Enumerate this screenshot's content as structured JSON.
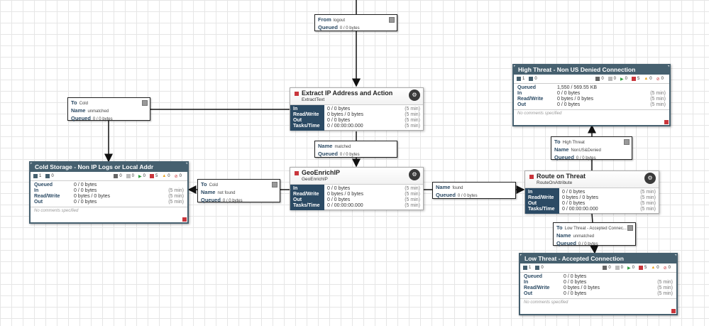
{
  "connections": {
    "from_logout": {
      "label1": "From",
      "value1": "logout",
      "label2": "Queued",
      "value2": "0 / 0 bytes"
    },
    "to_cold_1": {
      "label1": "To",
      "value1": "Cold",
      "label2": "Name",
      "value2": "unmatched",
      "label3": "Queued",
      "value3": "0 / 0 bytes"
    },
    "name_matched": {
      "label1": "Name",
      "value1": "matched",
      "label2": "Queued",
      "value2": "0 / 0 bytes"
    },
    "to_cold_2": {
      "label1": "To",
      "value1": "Cold",
      "label2": "Name",
      "value2": "not found",
      "label3": "Queued",
      "value3": "0 / 0 bytes"
    },
    "name_found": {
      "label1": "Name",
      "value1": "found",
      "label2": "Queued",
      "value2": "0 / 0 bytes"
    },
    "to_high": {
      "label1": "To",
      "value1": "High Threat",
      "label2": "Name",
      "value2": "NonUS&Denied",
      "label3": "Queued",
      "value3": "0 / 0 bytes"
    },
    "to_low": {
      "label1": "To",
      "value1": "Low Threat - Accepted Connec...",
      "label2": "Name",
      "value2": "unmatched",
      "label3": "Queued",
      "value3": "0 / 0 bytes"
    }
  },
  "processors": {
    "extract": {
      "name": "Extract IP Address and Action",
      "type": "ExtractText",
      "labels": [
        "In",
        "Read/Write",
        "Out",
        "Tasks/Time"
      ],
      "values": [
        "0 / 0 bytes",
        "0 bytes / 0 bytes",
        "0 / 0 bytes",
        "0 / 00:00:00.000"
      ],
      "window": "(5 min)"
    },
    "geo": {
      "name": "GeoEnrichIP",
      "type": "GeoEnrichIP",
      "labels": [
        "In",
        "Read/Write",
        "Out",
        "Tasks/Time"
      ],
      "values": [
        "0 / 0 bytes",
        "0 bytes / 0 bytes",
        "0 / 0 bytes",
        "0 / 00:00:00.000"
      ],
      "window": "(5 min)"
    },
    "route": {
      "name": "Route on Threat",
      "type": "RouteOnAttribute",
      "labels": [
        "In",
        "Read/Write",
        "Out",
        "Tasks/Time"
      ],
      "values": [
        "0 / 0 bytes",
        "0 bytes / 0 bytes",
        "0 / 0 bytes",
        "0 / 00:00:00.000"
      ],
      "window": "(5 min)"
    }
  },
  "groups": {
    "cold": {
      "title": "Cold Storage - Non IP Logs or Local Addr",
      "bar": {
        "in_ports": "1",
        "out_ports": "0",
        "transmitting": "0",
        "not_transmitting": "0",
        "running": "0",
        "stopped": "5",
        "invalid": "0",
        "disabled": "0"
      },
      "labels": [
        "Queued",
        "In",
        "Read/Write",
        "Out"
      ],
      "values": [
        "0 / 0 bytes",
        "0 / 0 bytes",
        "0 bytes / 0 bytes",
        "0 / 0 bytes"
      ],
      "windows": [
        "",
        "(5 min)",
        "(5 min)",
        "(5 min)"
      ],
      "comments": "No comments specified"
    },
    "high": {
      "title": "High Threat - Non US Denied Connection",
      "bar": {
        "in_ports": "1",
        "out_ports": "0",
        "transmitting": "0",
        "not_transmitting": "0",
        "running": "0",
        "stopped": "5",
        "invalid": "0",
        "disabled": "0"
      },
      "labels": [
        "Queued",
        "In",
        "Read/Write",
        "Out"
      ],
      "values": [
        "1,550 / 569.55 KB",
        "0 / 0 bytes",
        "0 bytes / 0 bytes",
        "0 / 0 bytes"
      ],
      "windows": [
        "",
        "(5 min)",
        "(5 min)",
        "(5 min)"
      ],
      "comments": "No comments specified"
    },
    "low": {
      "title": "Low Threat - Accepted Connection",
      "bar": {
        "in_ports": "1",
        "out_ports": "0",
        "transmitting": "0",
        "not_transmitting": "0",
        "running": "0",
        "stopped": "5",
        "invalid": "0",
        "disabled": "0"
      },
      "labels": [
        "Queued",
        "In",
        "Read/Write",
        "Out"
      ],
      "values": [
        "0 / 0 bytes",
        "0 / 0 bytes",
        "0 bytes / 0 bytes",
        "0 / 0 bytes"
      ],
      "windows": [
        "",
        "(5 min)",
        "(5 min)",
        "(5 min)"
      ],
      "comments": "No comments specified"
    }
  },
  "colors": {
    "group_header": "#46606f",
    "stat_label": "#2b4a64",
    "stopped": "#c9353b",
    "running": "#2e9e3f",
    "warning": "#e8a11c"
  },
  "icons": {
    "processor_badge": "nifi-processor-icon",
    "stop": "stop-icon",
    "play": "play-icon",
    "warning": "warning-icon"
  }
}
